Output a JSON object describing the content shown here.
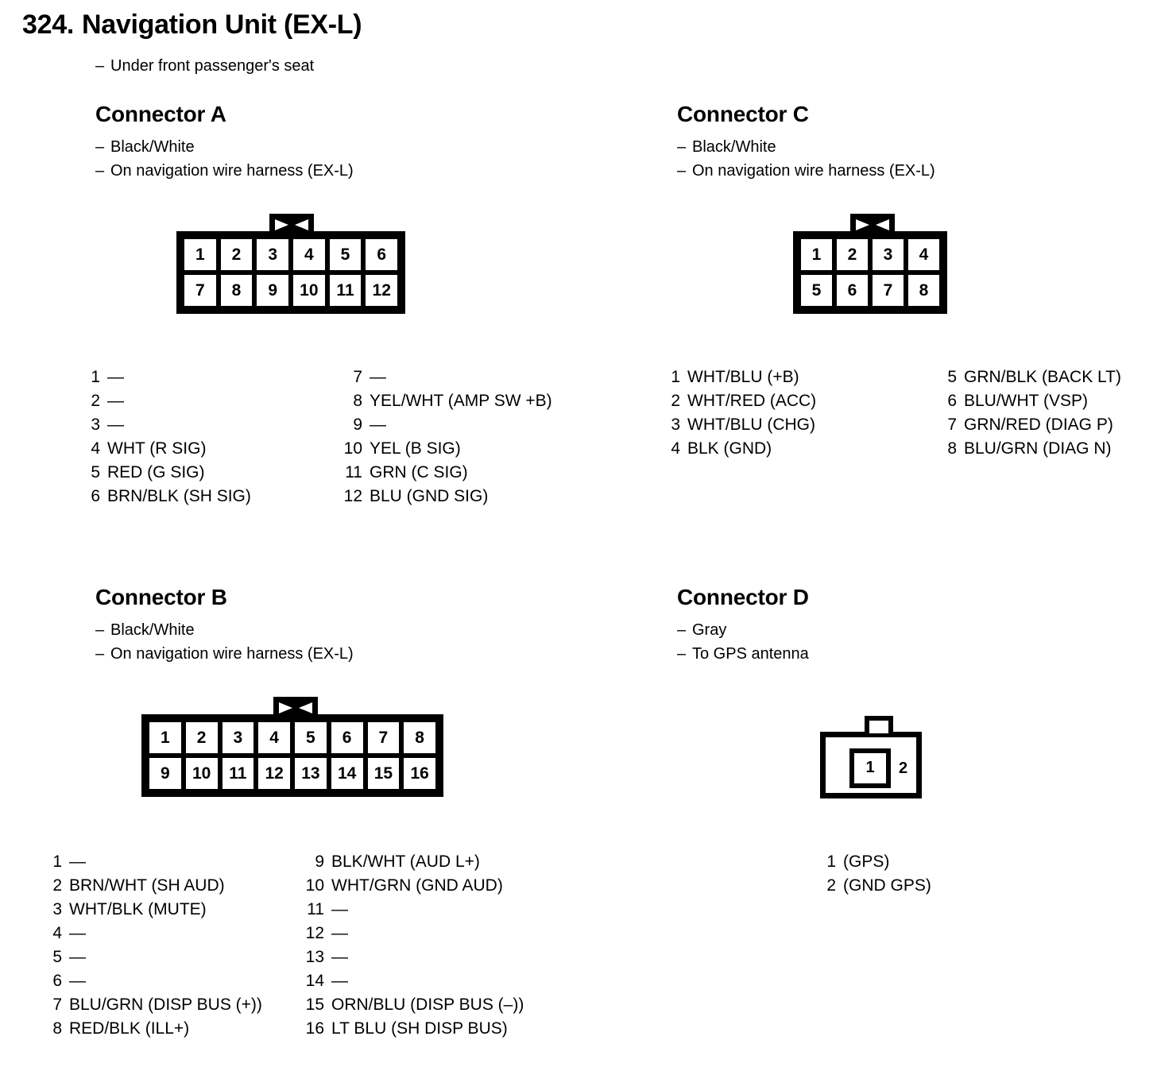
{
  "page": {
    "number": "324.",
    "title": "Navigation Unit (EX-L)",
    "subtitle": "Under front passenger's seat",
    "dash": "–",
    "empty_pin": "—"
  },
  "connectors": [
    {
      "id": "a",
      "title": "Connector A",
      "notes": [
        "Black/White",
        "On navigation wire harness (EX-L)"
      ],
      "housing": {
        "type": "rect-grid",
        "columns": 6,
        "rows": [
          [
            "1",
            "2",
            "3",
            "4",
            "5",
            "6"
          ],
          [
            "7",
            "8",
            "9",
            "10",
            "11",
            "12"
          ]
        ]
      },
      "pins_left": [
        {
          "no": "1",
          "desc": "—"
        },
        {
          "no": "2",
          "desc": "—"
        },
        {
          "no": "3",
          "desc": "—"
        },
        {
          "no": "4",
          "desc": "WHT (R SIG)"
        },
        {
          "no": "5",
          "desc": "RED (G SIG)"
        },
        {
          "no": "6",
          "desc": "BRN/BLK (SH SIG)"
        }
      ],
      "pins_right": [
        {
          "no": "7",
          "desc": "—"
        },
        {
          "no": "8",
          "desc": "YEL/WHT (AMP SW +B)"
        },
        {
          "no": "9",
          "desc": "—"
        },
        {
          "no": "10",
          "desc": "YEL (B SIG)"
        },
        {
          "no": "11",
          "desc": "GRN (C SIG)"
        },
        {
          "no": "12",
          "desc": "BLU (GND SIG)"
        }
      ]
    },
    {
      "id": "c",
      "title": "Connector C",
      "notes": [
        "Black/White",
        "On navigation wire harness (EX-L)"
      ],
      "housing": {
        "type": "rect-grid",
        "columns": 4,
        "rows": [
          [
            "1",
            "2",
            "3",
            "4"
          ],
          [
            "5",
            "6",
            "7",
            "8"
          ]
        ]
      },
      "pins_left": [
        {
          "no": "1",
          "desc": "WHT/BLU (+B)"
        },
        {
          "no": "2",
          "desc": "WHT/RED (ACC)"
        },
        {
          "no": "3",
          "desc": "WHT/BLU (CHG)"
        },
        {
          "no": "4",
          "desc": "BLK (GND)"
        }
      ],
      "pins_right": [
        {
          "no": "5",
          "desc": "GRN/BLK (BACK LT)"
        },
        {
          "no": "6",
          "desc": "BLU/WHT (VSP)"
        },
        {
          "no": "7",
          "desc": "GRN/RED (DIAG P)"
        },
        {
          "no": "8",
          "desc": "BLU/GRN (DIAG N)"
        }
      ]
    },
    {
      "id": "b",
      "title": "Connector B",
      "notes": [
        "Black/White",
        "On navigation wire harness (EX-L)"
      ],
      "housing": {
        "type": "rect-grid",
        "columns": 8,
        "rows": [
          [
            "1",
            "2",
            "3",
            "4",
            "5",
            "6",
            "7",
            "8"
          ],
          [
            "9",
            "10",
            "11",
            "12",
            "13",
            "14",
            "15",
            "16"
          ]
        ]
      },
      "pins_left": [
        {
          "no": "1",
          "desc": "—"
        },
        {
          "no": "2",
          "desc": "BRN/WHT (SH AUD)"
        },
        {
          "no": "3",
          "desc": "WHT/BLK (MUTE)"
        },
        {
          "no": "4",
          "desc": "—"
        },
        {
          "no": "5",
          "desc": "—"
        },
        {
          "no": "6",
          "desc": "—"
        },
        {
          "no": "7",
          "desc": "BLU/GRN (DISP BUS (+))"
        },
        {
          "no": "8",
          "desc": "RED/BLK (ILL+)"
        }
      ],
      "pins_right": [
        {
          "no": "9",
          "desc": "BLK/WHT (AUD L+)"
        },
        {
          "no": "10",
          "desc": "WHT/GRN (GND AUD)"
        },
        {
          "no": "11",
          "desc": "—"
        },
        {
          "no": "12",
          "desc": "—"
        },
        {
          "no": "13",
          "desc": "—"
        },
        {
          "no": "14",
          "desc": "—"
        },
        {
          "no": "15",
          "desc": "ORN/BLU (DISP BUS (–))"
        },
        {
          "no": "16",
          "desc": "LT BLU (SH DISP BUS)"
        }
      ]
    },
    {
      "id": "d",
      "title": "Connector D",
      "notes": [
        "Gray",
        "To GPS antenna"
      ],
      "housing": {
        "type": "coax",
        "inner_pin": "1",
        "outer_pin": "2"
      },
      "pins_left": [
        {
          "no": "1",
          "desc": "(GPS)"
        },
        {
          "no": "2",
          "desc": "(GND GPS)"
        }
      ],
      "pins_right": []
    }
  ]
}
